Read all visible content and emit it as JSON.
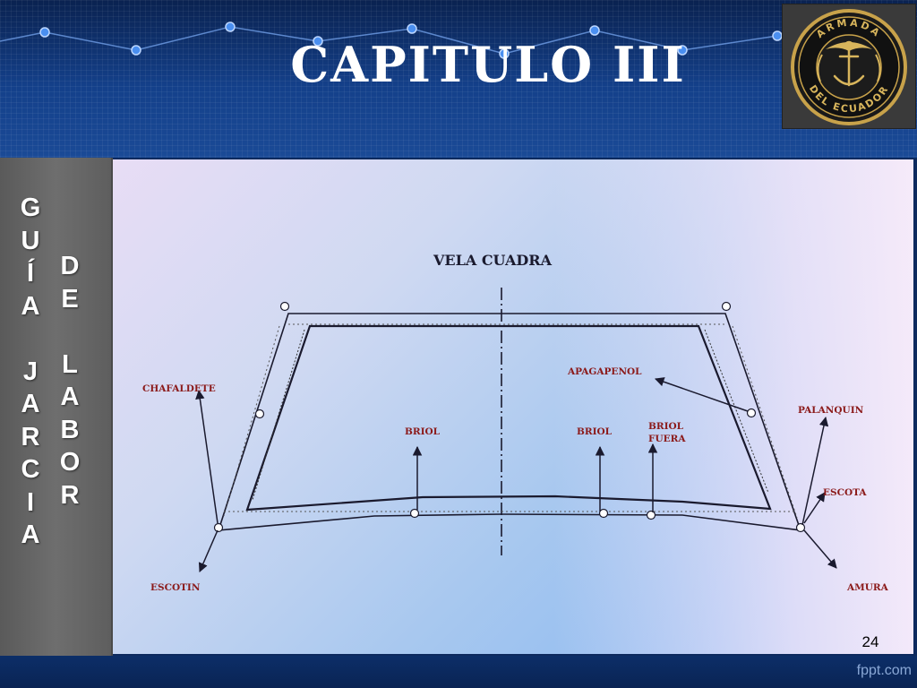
{
  "title": "CAPITULO III",
  "emblem": {
    "top_text": "ARMADA",
    "bottom_text": "DEL ECUADOR"
  },
  "sidebar": {
    "column1": [
      "G",
      "U",
      "Í",
      "A",
      "",
      "J",
      "A",
      "R",
      "C",
      "I",
      "A"
    ],
    "column2": [
      "D",
      "E",
      "",
      "L",
      "A",
      "B",
      "O",
      "R"
    ]
  },
  "diagram": {
    "title": "VELA CUADRA",
    "labels": {
      "chafaldete": "CHAFALDETE",
      "apagapenol": "APAGAPENOL",
      "palanquin": "PALANQUIN",
      "briol_left": "BRIOL",
      "briol_right": "BRIOL",
      "briol_fuera_1": "BRIOL",
      "briol_fuera_2": "FUERA",
      "escota": "ESCOTA",
      "escotin": "ESCOTIN",
      "amura": "AMURA"
    },
    "colors": {
      "label": "#8b1a1a",
      "lines": "#1a1a2e"
    }
  },
  "page_number": "24",
  "watermark": "fppt.com"
}
